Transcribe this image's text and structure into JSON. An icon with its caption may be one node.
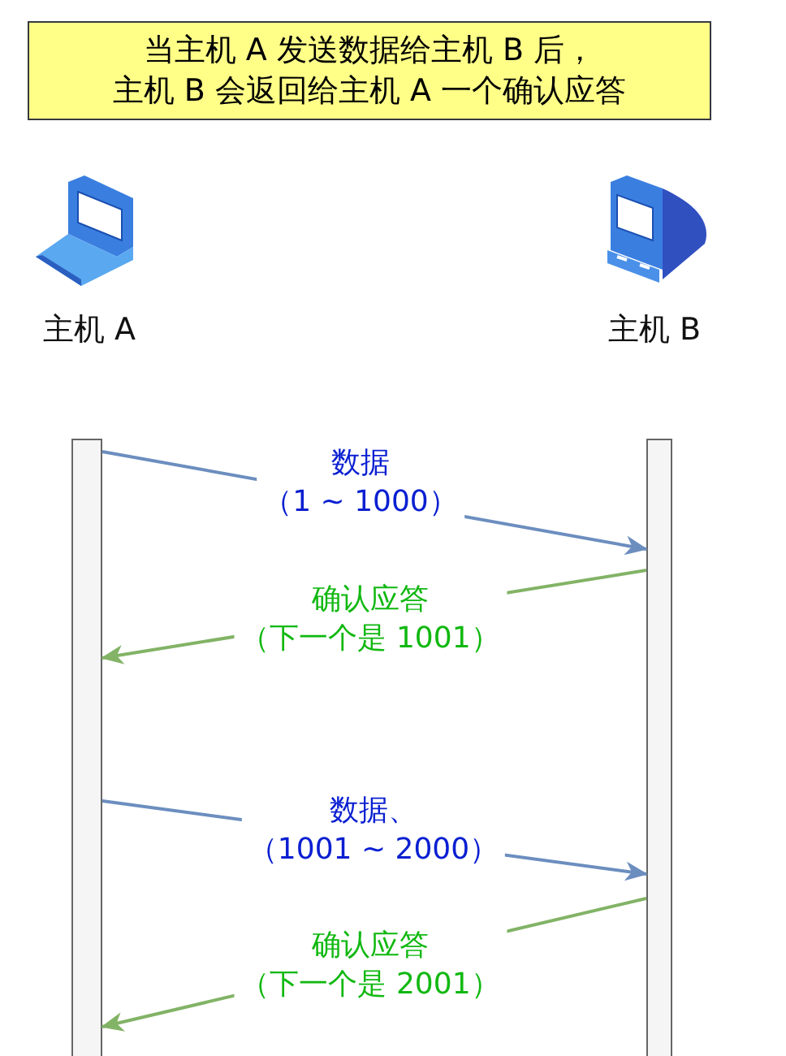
{
  "diagram": {
    "nodes": [
      {
        "text": [
          "当主机 A 发送数据给主机 B 后，主机 B 会返回给主机 A 一个确认应答"
        ]
      },
      {
        "text": [
          "主机 A"
        ]
      },
      {
        "text": [
          "主机 B"
        ]
      },
      {
        "text": [],
        "shape": "bar"
      },
      {
        "text": [],
        "shape": "bar"
      }
    ],
    "edges": [
      {
        "from": 3,
        "to": 4,
        "arrow": "to",
        "label": "数据（1 ~ 1000）",
        "color": "#6c8ebf"
      },
      {
        "from": 4,
        "to": 3,
        "arrow": "to",
        "label": "确认应答（下一个是 1001）",
        "color": "#82b366"
      },
      {
        "from": 3,
        "to": 4,
        "arrow": "to",
        "label": "数据、（1001 ~ 2000）",
        "color": "#6c8ebf"
      },
      {
        "from": 4,
        "to": 3,
        "arrow": "to",
        "label": "确认应答（下一个是 2001）",
        "color": "#82b366"
      }
    ]
  }
}
